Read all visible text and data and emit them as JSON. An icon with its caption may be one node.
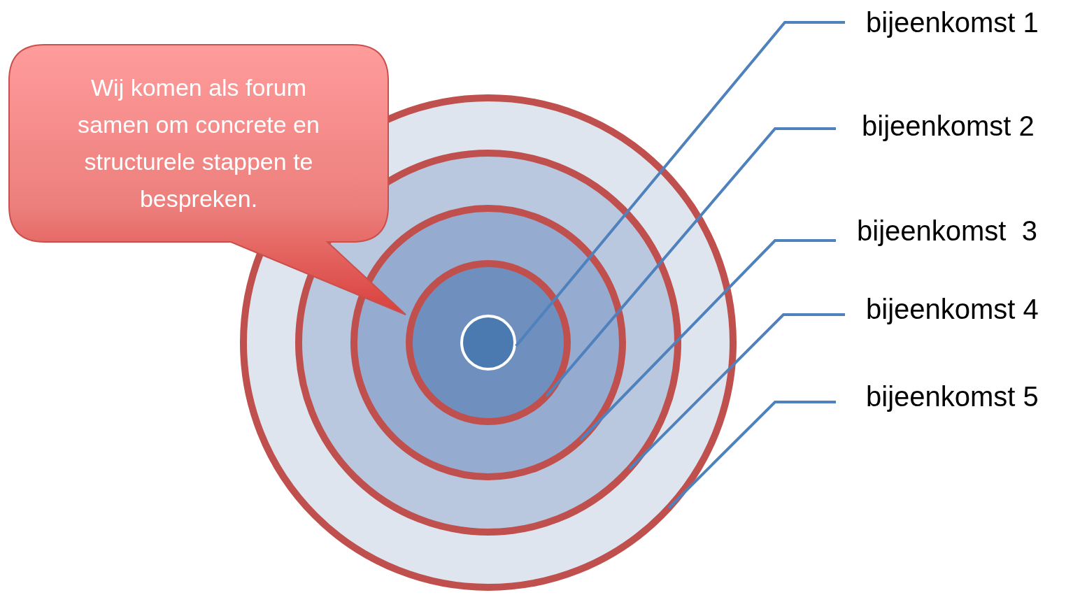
{
  "diagram": {
    "nodes": [
      {
        "text": [],
        "shape": "circle"
      },
      {
        "text": [],
        "shape": "circle",
        "in": 0
      },
      {
        "text": [],
        "shape": "circle",
        "in": 1
      },
      {
        "text": [],
        "shape": "circle",
        "in": 2
      },
      {
        "text": [],
        "shape": "circle",
        "in": 3
      },
      {
        "text": [
          "Wij komen als forum samen om concrete en structurele stappen te bespreken."
        ]
      },
      {
        "text": [
          "bijeenkomst 1"
        ]
      },
      {
        "text": [
          "bijeenkomst 2"
        ]
      },
      {
        "text": [
          "bijeenkomst  3"
        ]
      },
      {
        "text": [
          "bijeenkomst 4"
        ]
      },
      {
        "text": [
          "bijeenkomst 5"
        ]
      }
    ],
    "edges": [
      {
        "from": 6,
        "to": 4,
        "arrow": "none"
      },
      {
        "from": 7,
        "to": 3,
        "arrow": "none"
      },
      {
        "from": 8,
        "to": 2,
        "arrow": "none"
      },
      {
        "from": 9,
        "to": 1,
        "arrow": "none"
      },
      {
        "from": 10,
        "to": 0,
        "arrow": "none"
      }
    ]
  }
}
